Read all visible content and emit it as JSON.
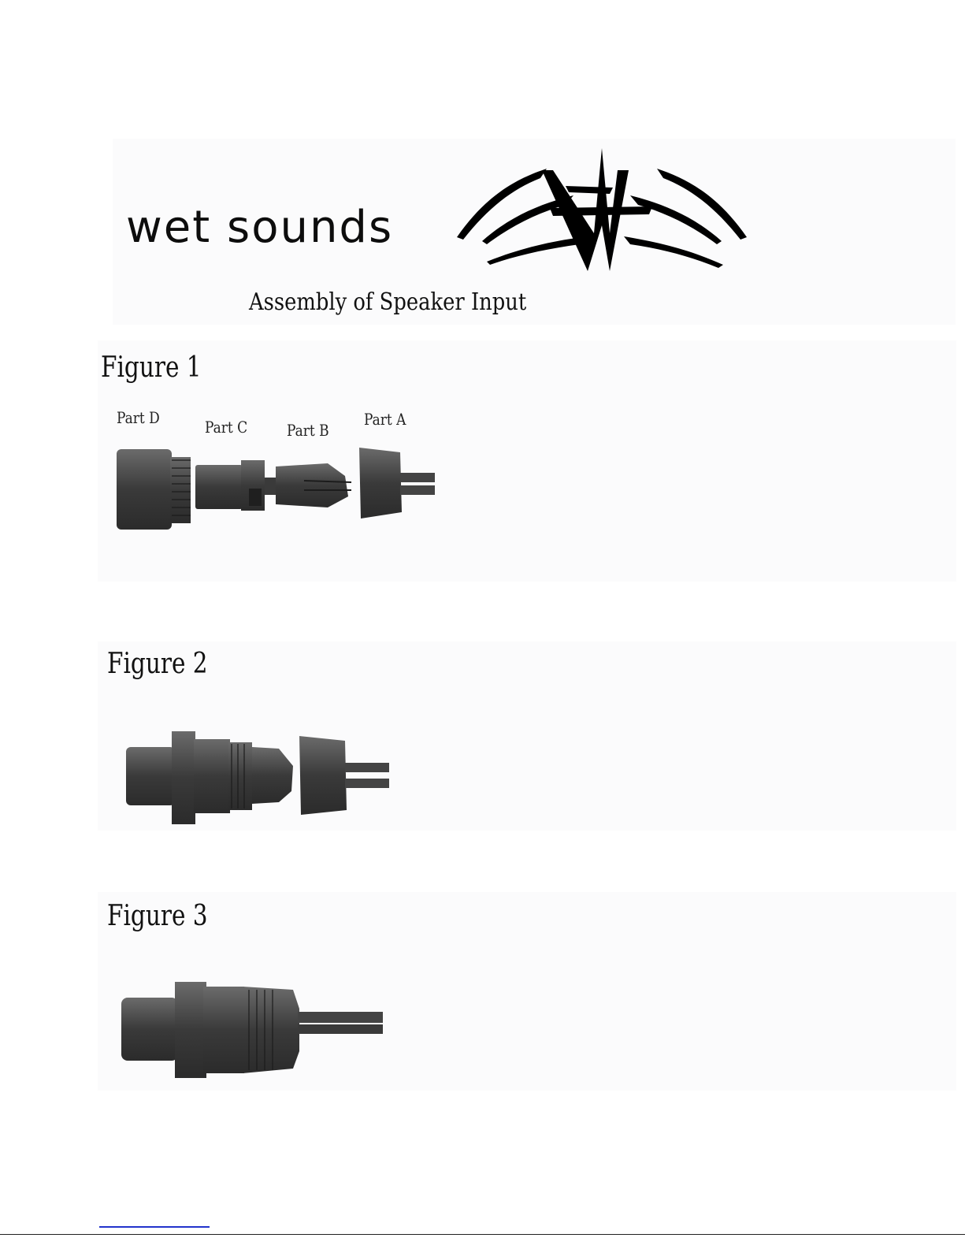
{
  "header": {
    "brand_name": "wet sounds",
    "document_title": "Assembly of Speaker Input"
  },
  "figures": [
    {
      "title": "Figure 1",
      "parts": [
        "Part D",
        "Part C",
        "Part B",
        "Part A"
      ]
    },
    {
      "title": "Figure 2"
    },
    {
      "title": "Figure 3"
    }
  ],
  "colors": {
    "connector_dark": "#2b2b2b",
    "connector_mid": "#4a4a4a",
    "connector_light": "#6b6b6b",
    "logo": "#000000",
    "footer_link": "#2233cc"
  }
}
